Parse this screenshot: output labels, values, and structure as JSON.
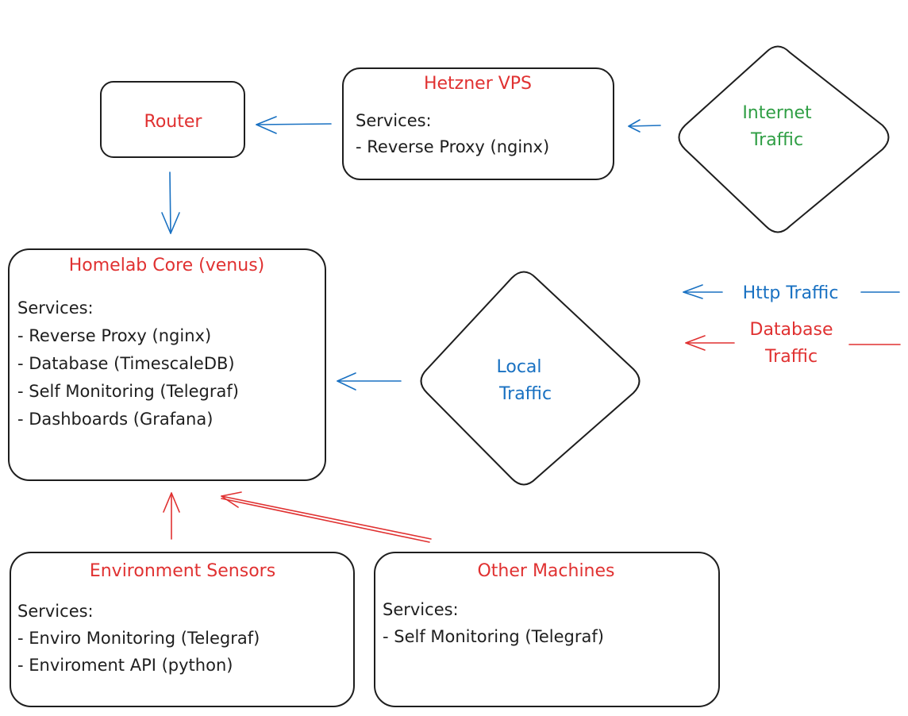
{
  "nodes": {
    "router": {
      "title": "Router"
    },
    "hetzner": {
      "title": "Hetzner VPS",
      "lines": [
        "Services:",
        "- Reverse Proxy (nginx)"
      ]
    },
    "internet": {
      "line1": "Internet",
      "line2": "Traffic"
    },
    "homelab": {
      "title": "Homelab Core (venus)",
      "lines": [
        "Services:",
        "- Reverse Proxy (nginx)",
        "- Database (TimescaleDB)",
        "- Self Monitoring (Telegraf)",
        "- Dashboards (Grafana)"
      ]
    },
    "local": {
      "line1": "Local",
      "line2": "Traffic"
    },
    "env_sensors": {
      "title": "Environment Sensors",
      "lines": [
        "Services:",
        "- Enviro Monitoring (Telegraf)",
        "- Enviroment API (python)"
      ]
    },
    "other_machines": {
      "title": "Other Machines",
      "lines": [
        "Services:",
        "- Self Monitoring (Telegraf)"
      ]
    }
  },
  "legend": {
    "http": "Http Traffic",
    "database_line1": "Database",
    "database_line2": "Traffic"
  },
  "colors": {
    "title_red": "#e03131",
    "http_blue": "#1971c2",
    "internet_green": "#2f9e44",
    "stroke": "#1e1e1e"
  },
  "icons": {
    "arrow_style": "hand-drawn-arrow"
  }
}
